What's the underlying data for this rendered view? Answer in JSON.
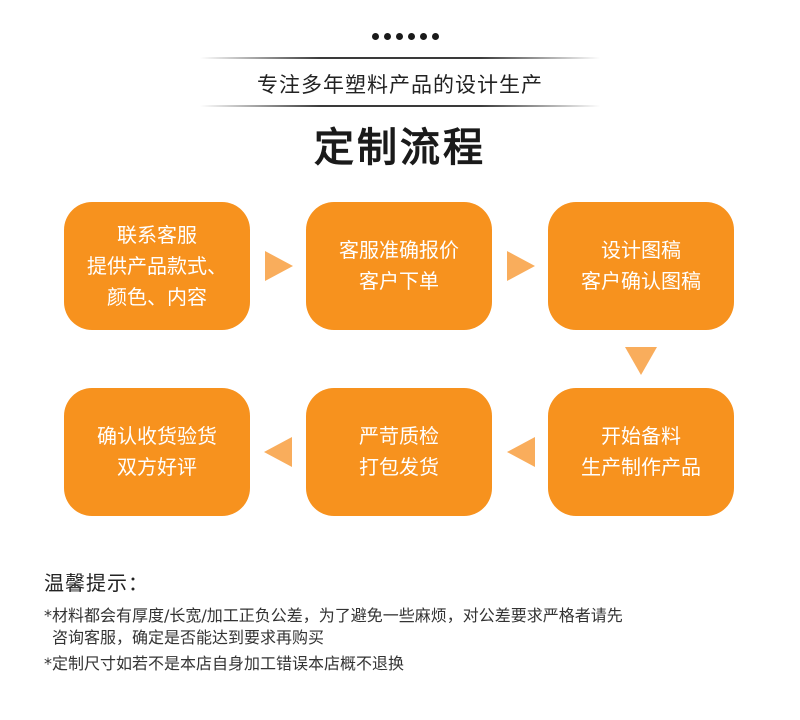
{
  "header": {
    "subtitle": "专注多年塑料产品的设计生产",
    "title": "定制流程"
  },
  "steps": [
    {
      "lines": [
        "联系客服",
        "提供产品款式、",
        "颜色、内容"
      ]
    },
    {
      "lines": [
        "客服准确报价",
        "客户下单"
      ]
    },
    {
      "lines": [
        "设计图稿",
        "客户确认图稿"
      ]
    },
    {
      "lines": [
        "开始备料",
        "生产制作产品"
      ]
    },
    {
      "lines": [
        "严苛质检",
        "打包发货"
      ]
    },
    {
      "lines": [
        "确认收货验货",
        "双方好评"
      ]
    }
  ],
  "tips": {
    "title": "温馨提示：",
    "line1": "*材料都会有厚度/长宽/加工正负公差，为了避免一些麻烦，对公差要求严格者请先",
    "line2": "咨询客服，确定是否能达到要求再购买",
    "line3": "*定制尺寸如若不是本店自身加工错误本店概不退换"
  },
  "colors": {
    "box": "#f7921e",
    "arrow": "#f9ad5c"
  }
}
